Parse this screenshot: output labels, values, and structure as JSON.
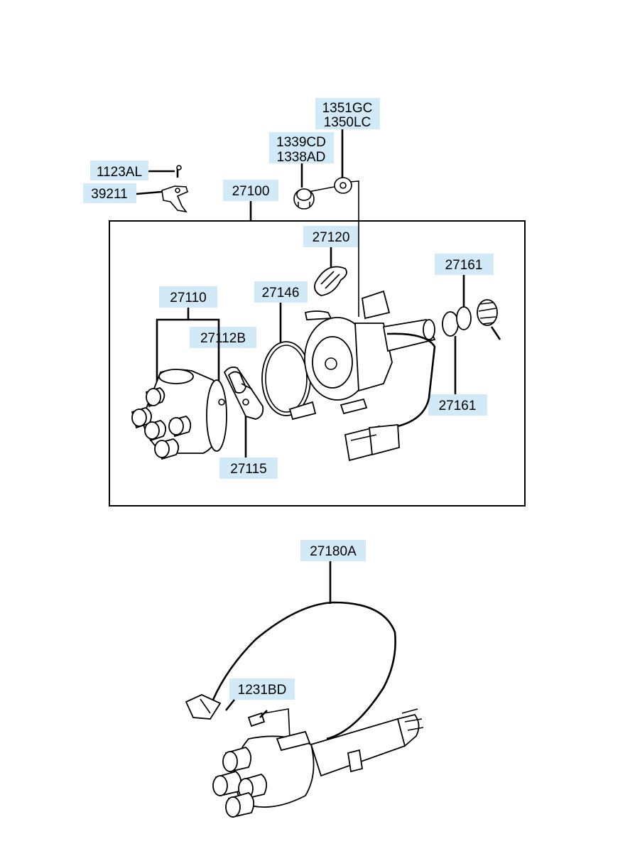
{
  "labels": {
    "p1351GC": "1351GC",
    "p1350LC": "1350LC",
    "p1339CD": "1339CD",
    "p1338AD": "1338AD",
    "p1123AL": "1123AL",
    "p39211": "39211",
    "p27100": "27100",
    "p27120": "27120",
    "p27161_top": "27161",
    "p27161_bottom": "27161",
    "p27110": "27110",
    "p27146": "27146",
    "p27112B": "27112B",
    "p27115": "27115",
    "p27180A": "27180A",
    "p1231BD": "1231BD"
  },
  "colors": {
    "label_background": "#d2e9f7",
    "line": "#000000"
  }
}
